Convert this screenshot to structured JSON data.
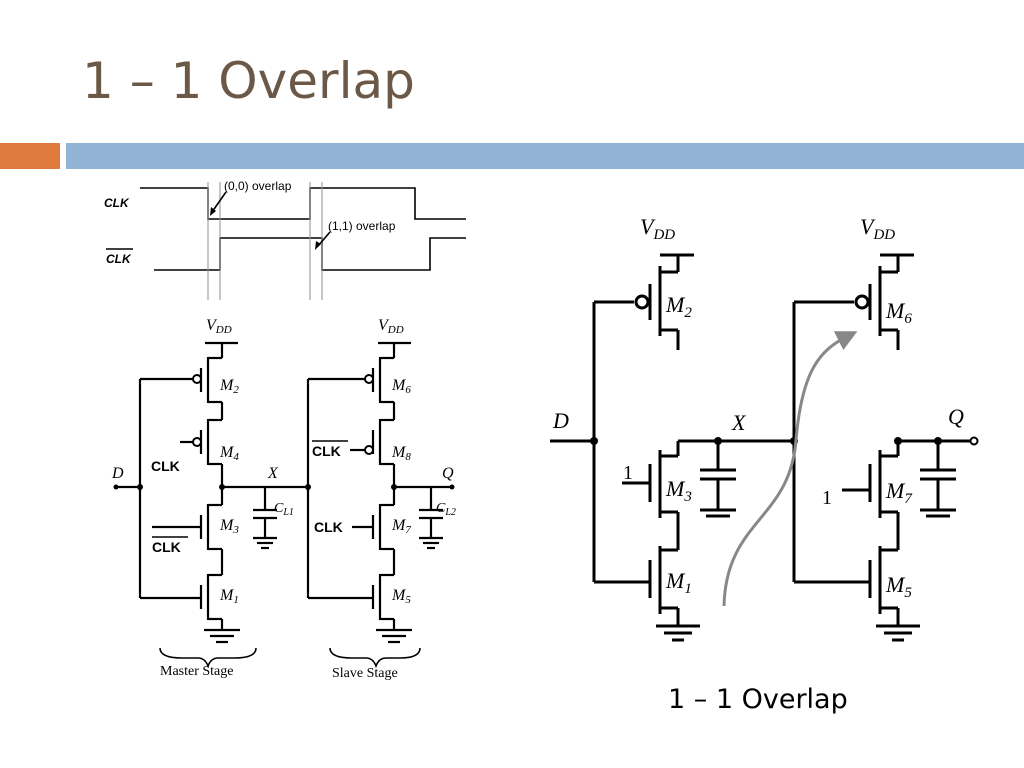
{
  "title": "1 – 1 Overlap",
  "caption": "1 – 1 Overlap",
  "colors": {
    "title": "#6b5846",
    "accent_orange": "#e07a3f",
    "accent_blue": "#92b4d4",
    "arrow": "#888888"
  },
  "timing": {
    "clk_label": "CLK",
    "clkb_label": "CLK",
    "overlap_00": "(0,0) overlap",
    "overlap_11": "(1,1) overlap"
  },
  "left_circuit": {
    "vdd": "V",
    "vdd_sub": "DD",
    "d": "D",
    "x": "X",
    "q": "Q",
    "clk": "CLK",
    "clkb": "CLK",
    "m": [
      "M",
      "2",
      "4",
      "3",
      "1",
      "6",
      "8",
      "7",
      "5"
    ],
    "cl1": "C",
    "cl1_sub": "L1",
    "cl2": "C",
    "cl2_sub": "L2",
    "master": "Master Stage",
    "slave": "Slave Stage"
  },
  "right_circuit": {
    "vdd": "V",
    "vdd_sub": "DD",
    "d": "D",
    "x": "X",
    "q": "Q",
    "one": "1",
    "m": "M",
    "subs": [
      "2",
      "3",
      "1",
      "6",
      "7",
      "5"
    ]
  }
}
